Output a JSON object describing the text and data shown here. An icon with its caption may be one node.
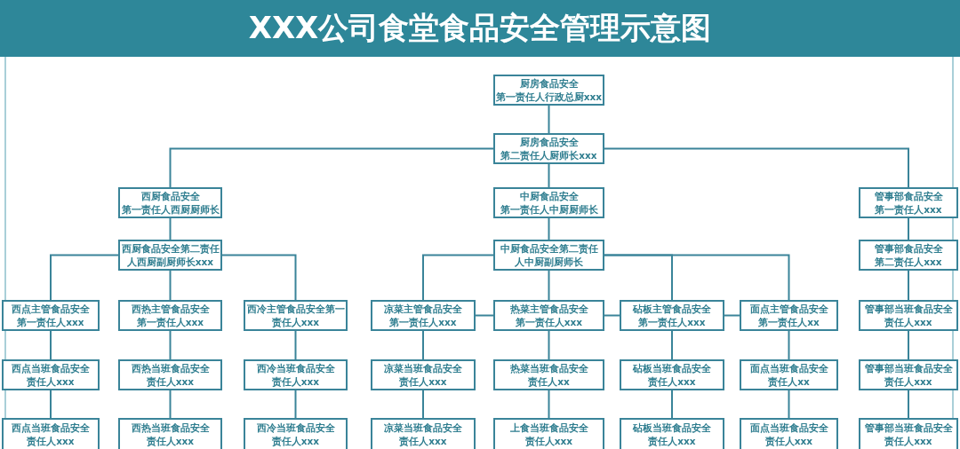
{
  "diagram": {
    "title": "XXX公司食堂食品安全管理示意图",
    "nodes": [
      {
        "text": [
          "厨房食品安全",
          "第一责任人行政总厨xxx"
        ]
      },
      {
        "text": [
          "厨房食品安全",
          "第二责任人厨师长xxx"
        ]
      },
      {
        "text": [
          "西厨食品安全",
          "第一责任人西厨厨师长"
        ]
      },
      {
        "text": [
          "中厨食品安全",
          "第一责任人中厨厨师长"
        ]
      },
      {
        "text": [
          "管事部食品安全",
          "第一责任人xxx"
        ]
      },
      {
        "text": [
          "西厨食品安全第二责任人西厨副厨师长xxx"
        ]
      },
      {
        "text": [
          "中厨食品安全第二责任人中厨副厨师长"
        ]
      },
      {
        "text": [
          "管事部食品安全",
          "第二责任人xxx"
        ]
      },
      {
        "text": [
          "西点主管食品安全",
          "第一责任人xxx"
        ]
      },
      {
        "text": [
          "西热主管食品安全",
          "第一责任人xxx"
        ]
      },
      {
        "text": [
          "西冷主管食品安全第一责任人xxx"
        ]
      },
      {
        "text": [
          "凉菜主管食品安全",
          "第一责任人xxx"
        ]
      },
      {
        "text": [
          "热菜主管食品安全",
          "第一责任人xxx"
        ]
      },
      {
        "text": [
          "砧板主管食品安全",
          "第一责任人xxx"
        ]
      },
      {
        "text": [
          "面点主管食品安全",
          "第一责任人xx"
        ]
      },
      {
        "text": [
          "管事部当班食品安全",
          "责任人xxx"
        ]
      },
      {
        "text": [
          "西点当班食品安全",
          "责任人xxx"
        ]
      },
      {
        "text": [
          "西热当班食品安全",
          "责任人xxx"
        ]
      },
      {
        "text": [
          "西冷当班食品安全",
          "责任人xxx"
        ]
      },
      {
        "text": [
          "凉菜当班食品安全",
          "责任人xxx"
        ]
      },
      {
        "text": [
          "热菜当班食品安全",
          "责任人xx"
        ]
      },
      {
        "text": [
          "砧板当班食品安全",
          "责任人xxx"
        ]
      },
      {
        "text": [
          "面点当班食品安全",
          "责任人xx"
        ]
      },
      {
        "text": [
          "管事部当班食品安全",
          "责任人xxx"
        ]
      },
      {
        "text": [
          "西点当班食品安全",
          "责任人xxx"
        ]
      },
      {
        "text": [
          "西热当班食品安全",
          "责任人xxx"
        ]
      },
      {
        "text": [
          "西冷当班食品安全",
          "责任人xxx"
        ]
      },
      {
        "text": [
          "凉菜当班食品安全",
          "责任人xxx"
        ]
      },
      {
        "text": [
          "上食当班食品安全",
          "责任人xxx"
        ]
      },
      {
        "text": [
          "砧板当班食品安全",
          "责任人xxx"
        ]
      },
      {
        "text": [
          "面点当班食品安全",
          "责任人xxx"
        ]
      },
      {
        "text": [
          "管事部当班食品安全",
          "责任人xxx"
        ]
      }
    ],
    "edges": [
      {
        "from": 0,
        "to": 1,
        "arrow": "none"
      },
      {
        "from": 1,
        "to": 2,
        "arrow": "none"
      },
      {
        "from": 1,
        "to": 3,
        "arrow": "none"
      },
      {
        "from": 1,
        "to": 4,
        "arrow": "none"
      },
      {
        "from": 2,
        "to": 5,
        "arrow": "none"
      },
      {
        "from": 3,
        "to": 6,
        "arrow": "none"
      },
      {
        "from": 4,
        "to": 7,
        "arrow": "none"
      },
      {
        "from": 5,
        "to": 8,
        "arrow": "none"
      },
      {
        "from": 5,
        "to": 9,
        "arrow": "none"
      },
      {
        "from": 5,
        "to": 10,
        "arrow": "none"
      },
      {
        "from": 6,
        "to": 11,
        "arrow": "none"
      },
      {
        "from": 6,
        "to": 12,
        "arrow": "none"
      },
      {
        "from": 6,
        "to": 13,
        "arrow": "none"
      },
      {
        "from": 6,
        "to": 14,
        "arrow": "none"
      },
      {
        "from": 7,
        "to": 15,
        "arrow": "none"
      },
      {
        "from": 11,
        "to": 12,
        "arrow": "none"
      },
      {
        "from": 12,
        "to": 13,
        "arrow": "none"
      },
      {
        "from": 13,
        "to": 14,
        "arrow": "none"
      },
      {
        "from": 8,
        "to": 16,
        "arrow": "none"
      },
      {
        "from": 9,
        "to": 17,
        "arrow": "none"
      },
      {
        "from": 10,
        "to": 18,
        "arrow": "none"
      },
      {
        "from": 11,
        "to": 19,
        "arrow": "none"
      },
      {
        "from": 12,
        "to": 20,
        "arrow": "none"
      },
      {
        "from": 13,
        "to": 21,
        "arrow": "none"
      },
      {
        "from": 14,
        "to": 22,
        "arrow": "none"
      },
      {
        "from": 15,
        "to": 23,
        "arrow": "none"
      },
      {
        "from": 16,
        "to": 24,
        "arrow": "none"
      },
      {
        "from": 17,
        "to": 25,
        "arrow": "none"
      },
      {
        "from": 18,
        "to": 26,
        "arrow": "none"
      },
      {
        "from": 19,
        "to": 27,
        "arrow": "none"
      },
      {
        "from": 20,
        "to": 28,
        "arrow": "none"
      },
      {
        "from": 21,
        "to": 29,
        "arrow": "none"
      },
      {
        "from": 22,
        "to": 30,
        "arrow": "none"
      },
      {
        "from": 23,
        "to": 31,
        "arrow": "none"
      }
    ]
  }
}
